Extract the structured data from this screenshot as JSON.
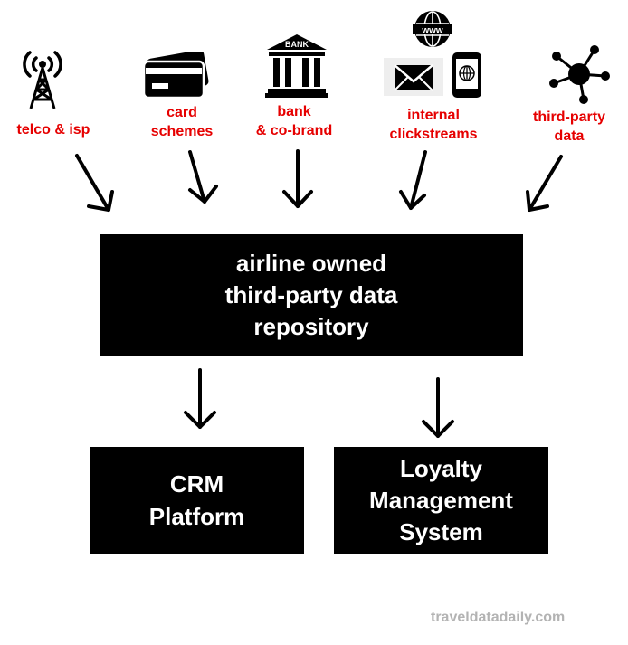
{
  "colors": {
    "label": "#e60000",
    "box": "#000000",
    "box_text": "#ffffff",
    "watermark": "#b3b3b3"
  },
  "sources": [
    {
      "icon": "antenna-tower-icon",
      "lines": [
        "telco & isp"
      ]
    },
    {
      "icon": "credit-card-icon",
      "lines": [
        "card",
        "schemes"
      ]
    },
    {
      "icon": "bank-building-icon",
      "lines": [
        "bank",
        "& co-brand"
      ],
      "icon_text": "BANK"
    },
    {
      "icon": "www-globe-mail-phone-icon",
      "lines": [
        "internal",
        "clickstreams"
      ],
      "icon_text": "www"
    },
    {
      "icon": "network-nodes-icon",
      "lines": [
        "third-party",
        "data"
      ]
    }
  ],
  "repository": {
    "lines": [
      "airline owned",
      "third-party data",
      "repository"
    ]
  },
  "outputs": [
    {
      "lines": [
        "CRM",
        "Platform"
      ]
    },
    {
      "lines": [
        "Loyalty",
        "Management",
        "System"
      ]
    }
  ],
  "watermark": "traveldatadaily.com"
}
